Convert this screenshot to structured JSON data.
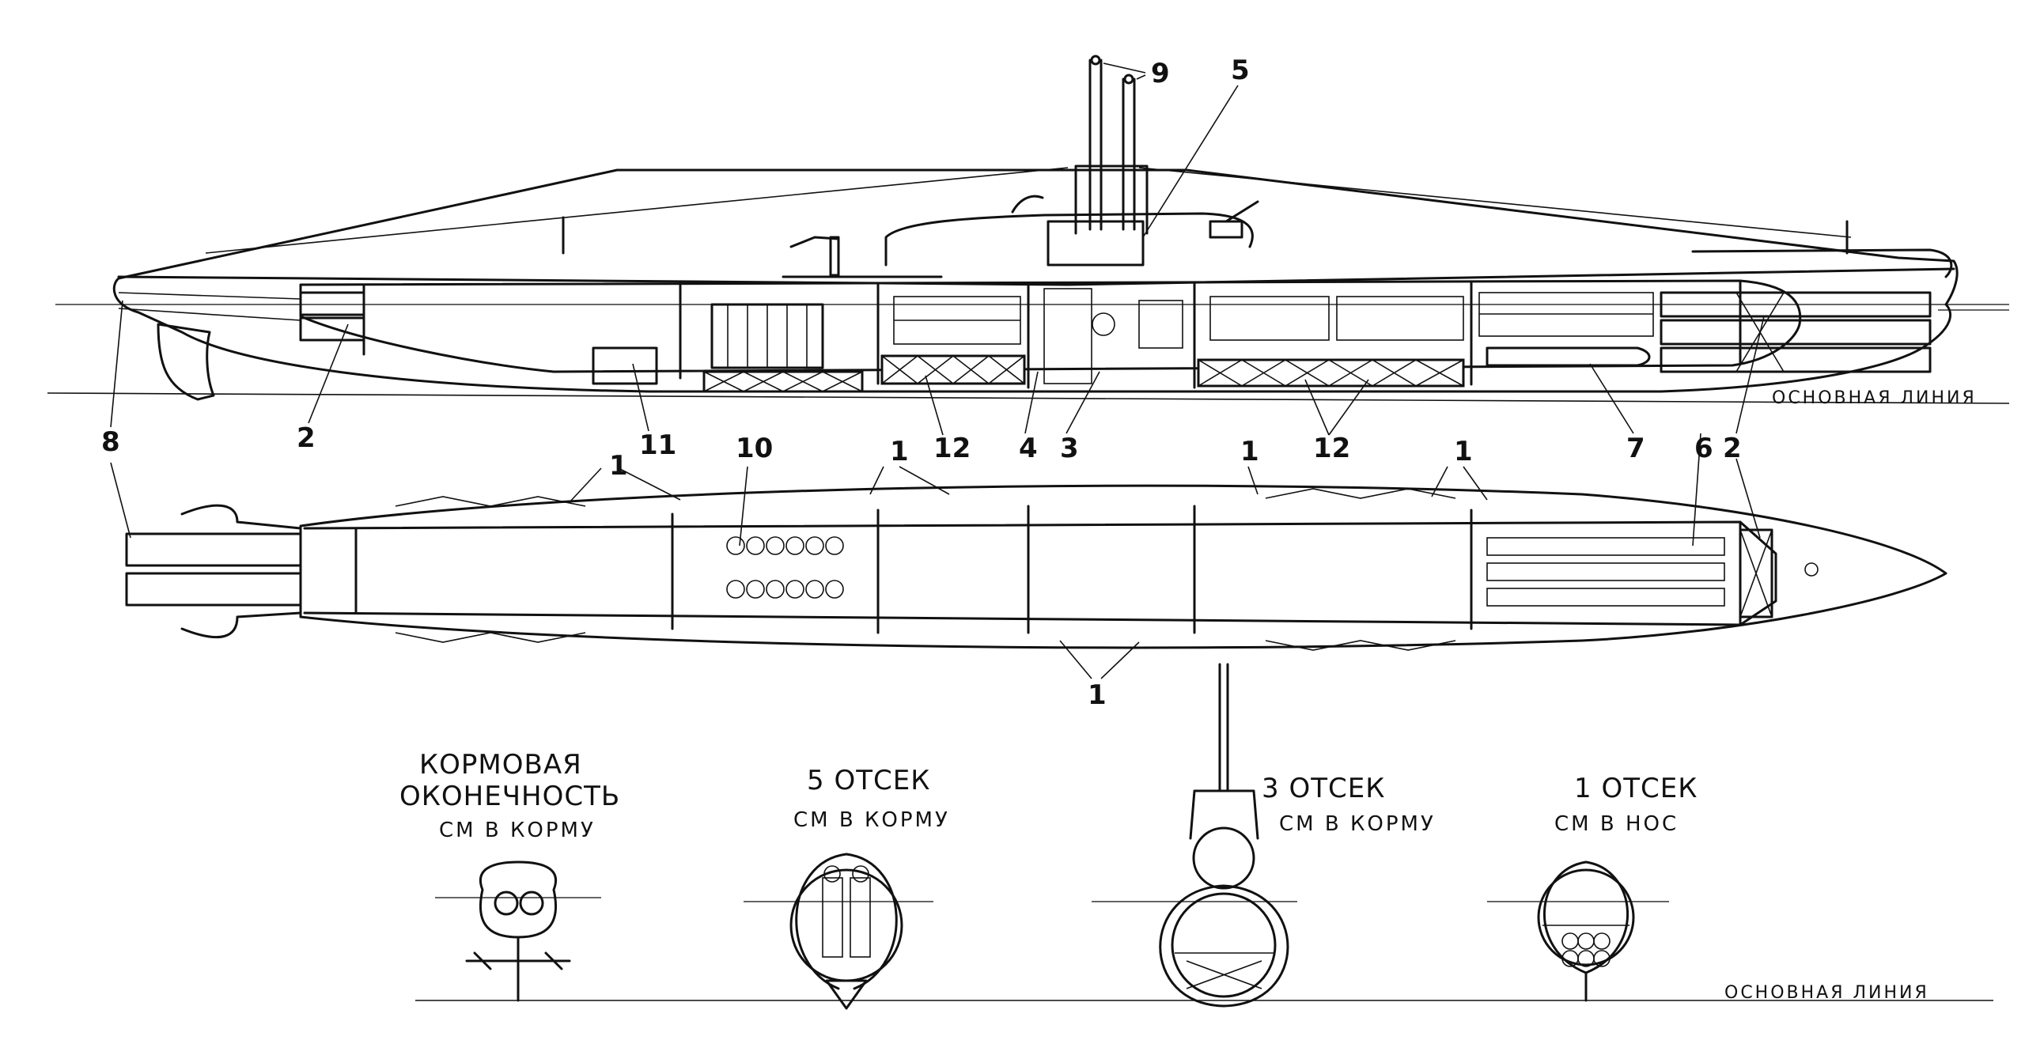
{
  "labels": {
    "baseline": "ОСНОВНАЯ ЛИНИЯ",
    "stern_title_1": "КОРМОВАЯ",
    "stern_title_2": "ОКОНЕЧНОСТЬ",
    "stern_view": "СМ В КОРМУ",
    "comp5_title": "5 ОТСЕК",
    "comp5_view": "СМ В КОРМУ",
    "comp3_title": "3 ОТСЕК",
    "comp3_view": "СМ В КОРМУ",
    "comp1_title": "1 ОТСЕК",
    "comp1_view": "СМ В НОС"
  },
  "callouts": {
    "n1": "1",
    "n2": "2",
    "n3": "3",
    "n4": "4",
    "n5": "5",
    "n6": "6",
    "n7": "7",
    "n8": "8",
    "n9": "9",
    "n10": "10",
    "n11": "11",
    "n12": "12"
  }
}
